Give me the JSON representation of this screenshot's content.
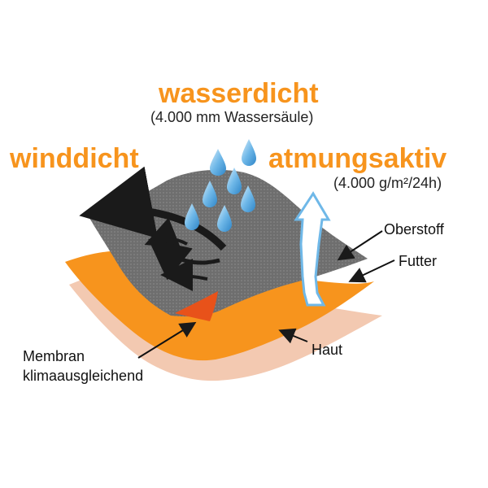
{
  "colors": {
    "accent": "#F7941D",
    "skin": "#F3C9B1",
    "lining": "#F7941D",
    "outer_fabric": "#707070",
    "membrane": "#E8521A",
    "water": "#6FB8E8",
    "arrow": "#1a1a1a"
  },
  "headings": {
    "waterproof": "wasserdicht",
    "waterproof_detail": "(4.000 mm Wassersäule)",
    "windproof": "winddicht",
    "breathable": "atmungsaktiv",
    "breathable_detail": "(4.000 g/m²/24h)"
  },
  "labels": {
    "outer": "Oberstoff",
    "lining": "Futter",
    "skin": "Haut",
    "membrane_line1": "Membran",
    "membrane_line2": "klimaausgleichend"
  }
}
